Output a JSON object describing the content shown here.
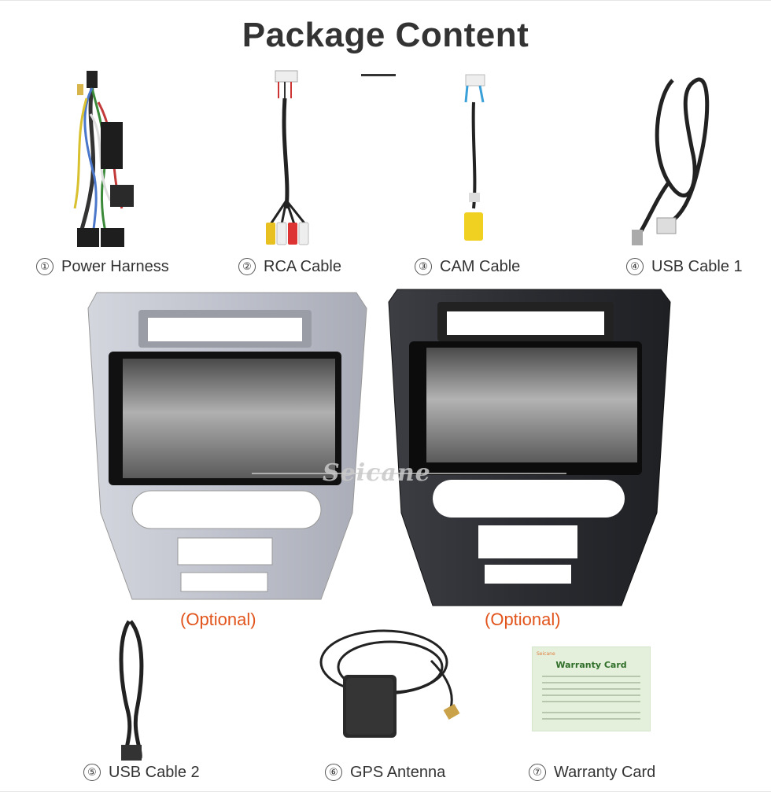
{
  "page": {
    "title": "Package Content",
    "accent_color": "#e1541b",
    "watermark": "Seicane"
  },
  "items": [
    {
      "num": "①",
      "label": "Power Harness",
      "icon": "power-harness"
    },
    {
      "num": "②",
      "label": "RCA Cable",
      "icon": "rca-cable"
    },
    {
      "num": "③",
      "label": "CAM Cable",
      "icon": "cam-cable"
    },
    {
      "num": "④",
      "label": "USB Cable 1",
      "icon": "usb-cable"
    },
    {
      "num": "⑤",
      "label": "USB Cable 2",
      "icon": "usb-cable"
    },
    {
      "num": "⑥",
      "label": "GPS Antenna",
      "icon": "gps-antenna"
    },
    {
      "num": "⑦",
      "label": "Warranty Card",
      "icon": "warranty-card"
    }
  ],
  "panels": [
    {
      "finish": "silver",
      "note": "(Optional)"
    },
    {
      "finish": "black",
      "note": "(Optional)"
    }
  ],
  "warranty_card": {
    "brand": "Seicane",
    "title": "Warranty Card"
  }
}
